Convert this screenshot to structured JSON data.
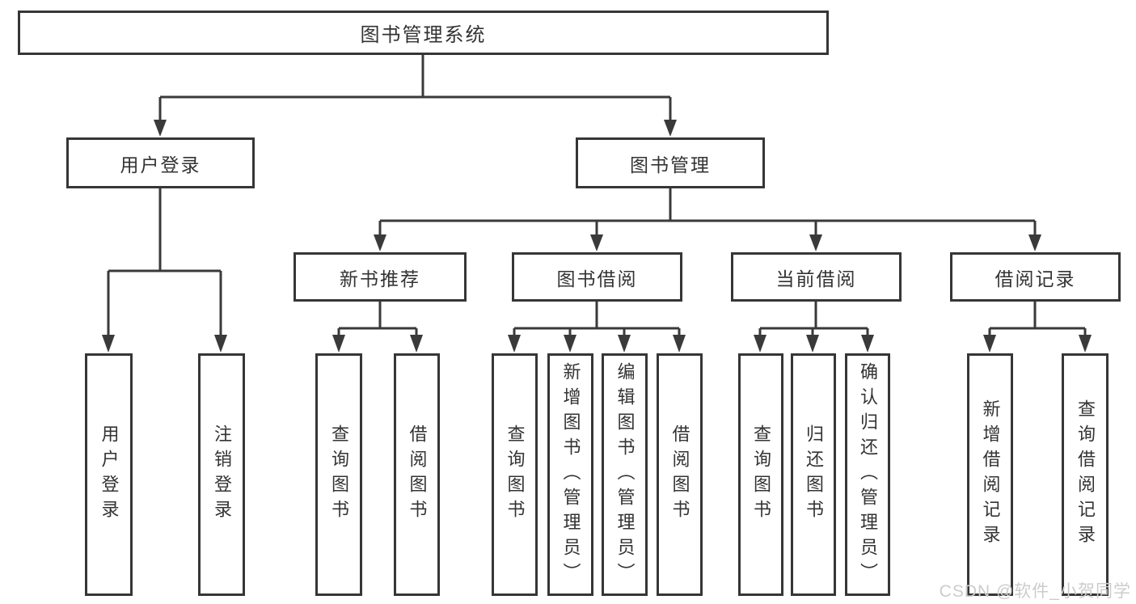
{
  "diagram": {
    "root": {
      "label": "图书管理系统"
    },
    "level2": [
      {
        "label": "用户登录"
      },
      {
        "label": "图书管理"
      }
    ],
    "level3": [
      {
        "label": "新书推荐"
      },
      {
        "label": "图书借阅"
      },
      {
        "label": "当前借阅"
      },
      {
        "label": "借阅记录"
      }
    ],
    "leaves": {
      "user_login": [
        {
          "label": "用户登录"
        },
        {
          "label": "注销登录"
        }
      ],
      "new_book_rec": [
        {
          "label": "查询图书"
        },
        {
          "label": "借阅图书"
        }
      ],
      "book_borrow": [
        {
          "label": "查询图书"
        },
        {
          "label": "新增图书（管理员）"
        },
        {
          "label": "编辑图书（管理员）"
        },
        {
          "label": "借阅图书"
        }
      ],
      "current_borrow": [
        {
          "label": "查询图书"
        },
        {
          "label": "归还图书"
        },
        {
          "label": "确认归还（管理员）"
        }
      ],
      "borrow_record": [
        {
          "label": "新增借阅记录"
        },
        {
          "label": "查询借阅记录"
        }
      ]
    }
  },
  "watermark": {
    "text": "CSDN @软件_小贺同学"
  },
  "colors": {
    "line": "#3a3a3a",
    "border": "#363636",
    "text": "#333333",
    "watermark": "#cccccc",
    "background": "#ffffff"
  }
}
